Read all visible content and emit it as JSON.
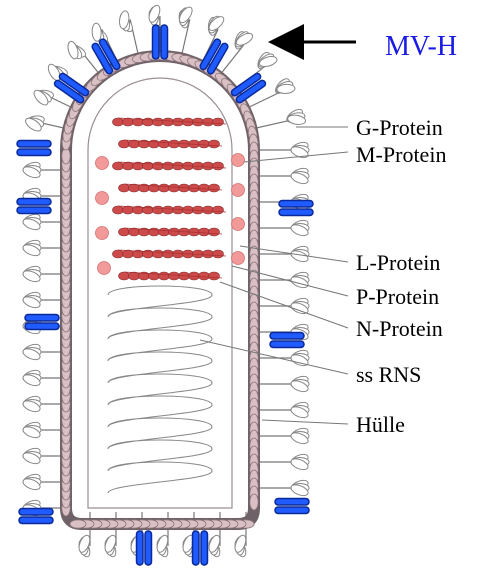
{
  "diagram": {
    "callout": {
      "label": "MV-H",
      "color": "#1a1ae6"
    },
    "labels": [
      {
        "id": "g-protein",
        "text": "G-Protein"
      },
      {
        "id": "m-protein",
        "text": "M-Protein"
      },
      {
        "id": "l-protein",
        "text": "L-Protein"
      },
      {
        "id": "p-protein",
        "text": "P-Protein"
      },
      {
        "id": "n-protein",
        "text": "N-Protein"
      },
      {
        "id": "ss-rns",
        "text": "ss RNS"
      },
      {
        "id": "huelle",
        "text": "Hülle"
      }
    ],
    "colors": {
      "spike": "#1f5bff",
      "spike_stroke": "#0b2a99",
      "envelope": "#6e6268",
      "matrix_bead": "#d8c0c4",
      "nucleocapsid": "#cc4a4a",
      "l_protein": "#f29a9a",
      "glycoprotein": "#ffffff",
      "text": "#222222"
    }
  }
}
